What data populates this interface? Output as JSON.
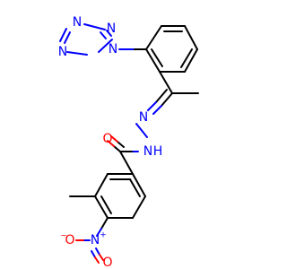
{
  "labels": {
    "n_tz1": "N",
    "n_tz2": "N",
    "n_tz3": "N",
    "n_tz4": "N",
    "n_imine": "N",
    "n_hydrazide": "N",
    "h_hydrazide": "H",
    "o_carbonyl": "O",
    "n_nitro": "N",
    "nitro_plus": "+",
    "o_nitro_a": "O",
    "o_nitro_b": "O",
    "nitro_minus": "−"
  },
  "colors": {
    "carbon": "#000000",
    "nitrogen": "#0000ff",
    "oxygen": "#ff0000"
  }
}
